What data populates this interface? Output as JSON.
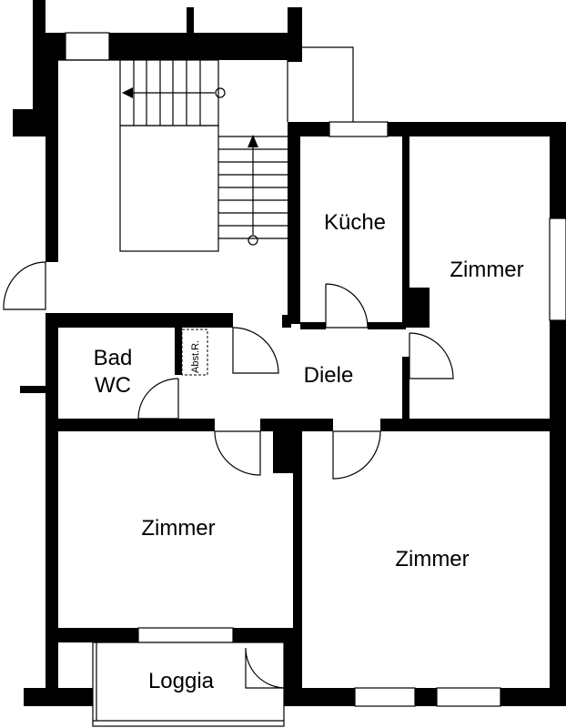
{
  "rooms": {
    "kitchen": "Küche",
    "room_northeast": "Zimmer",
    "bath_line1": "Bad",
    "bath_line2": "WC",
    "storage": "Abst.R.",
    "hall": "Diele",
    "room_southwest": "Zimmer",
    "room_southeast": "Zimmer",
    "loggia": "Loggia"
  },
  "icons": {
    "stair_up": "stair-arrow-up-icon",
    "stair_down": "stair-arrow-left-icon"
  },
  "colors": {
    "wall": "#000000",
    "background": "#ffffff"
  }
}
